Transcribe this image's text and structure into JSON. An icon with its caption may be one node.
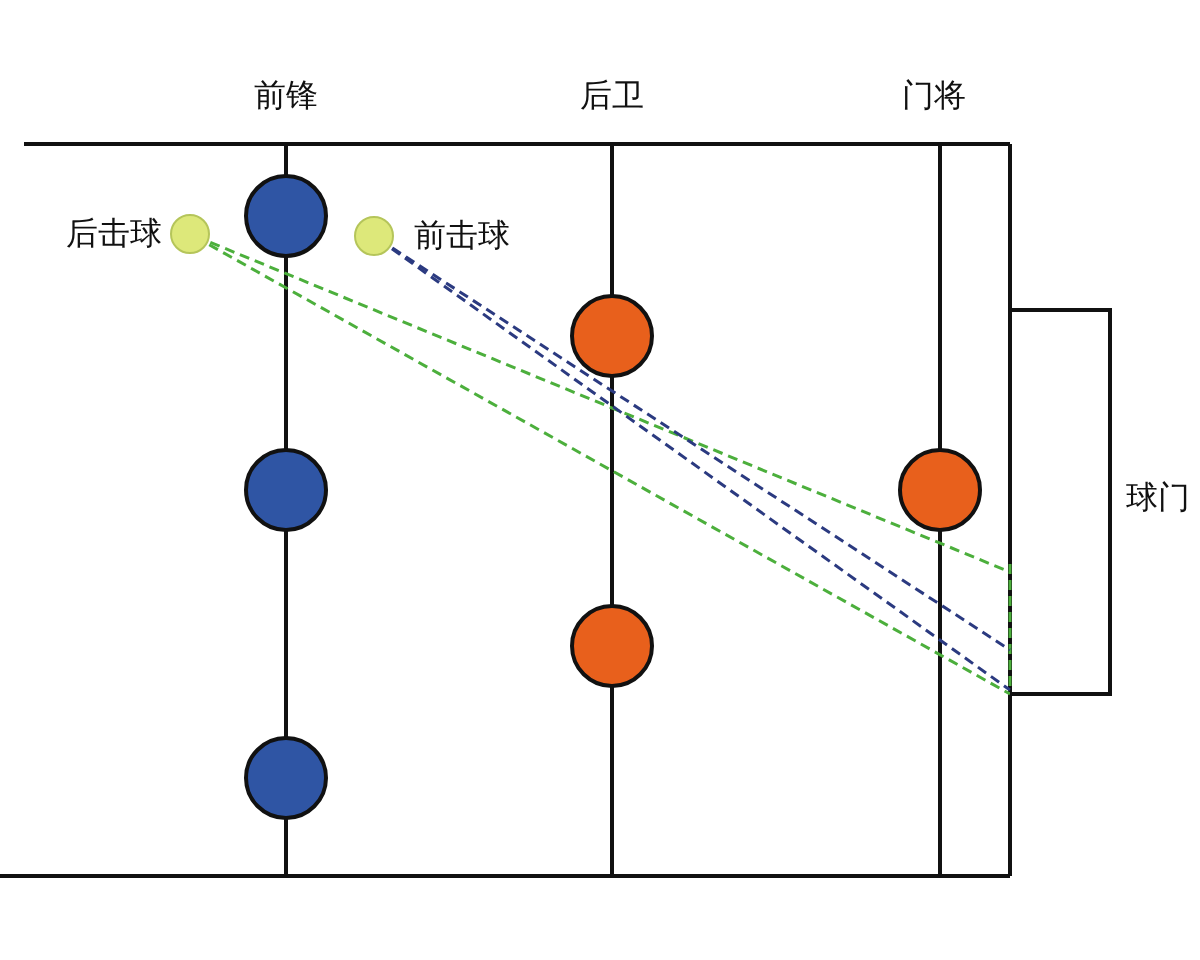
{
  "diagram": {
    "nodes": [
      {
        "text": [],
        "shape": "circle",
        "beside": [
          "后击球"
        ]
      },
      {
        "text": [],
        "shape": "circle"
      },
      {
        "text": [],
        "shape": "circle",
        "beside": [
          "前击球"
        ]
      },
      {
        "text": [],
        "shape": "circle"
      },
      {
        "text": [],
        "shape": "circle"
      },
      {
        "text": [],
        "shape": "circle"
      },
      {
        "text": [],
        "shape": "circle"
      },
      {
        "text": [],
        "shape": "circle"
      },
      {
        "text": [
          "球门"
        ]
      }
    ],
    "edges": [
      {
        "from": 0,
        "to": 8,
        "arrow": "none",
        "style": "dashed",
        "color": "#4caf3c"
      },
      {
        "from": 0,
        "to": 8,
        "arrow": "none",
        "style": "dashed",
        "color": "#4caf3c"
      },
      {
        "from": 2,
        "to": 8,
        "arrow": "none",
        "style": "dashed",
        "color": "#2b3a80"
      },
      {
        "from": 2,
        "to": 8,
        "arrow": "none",
        "style": "dashed",
        "color": "#2b3a80"
      }
    ],
    "labels": [
      "前锋",
      "后卫",
      "门将"
    ]
  }
}
